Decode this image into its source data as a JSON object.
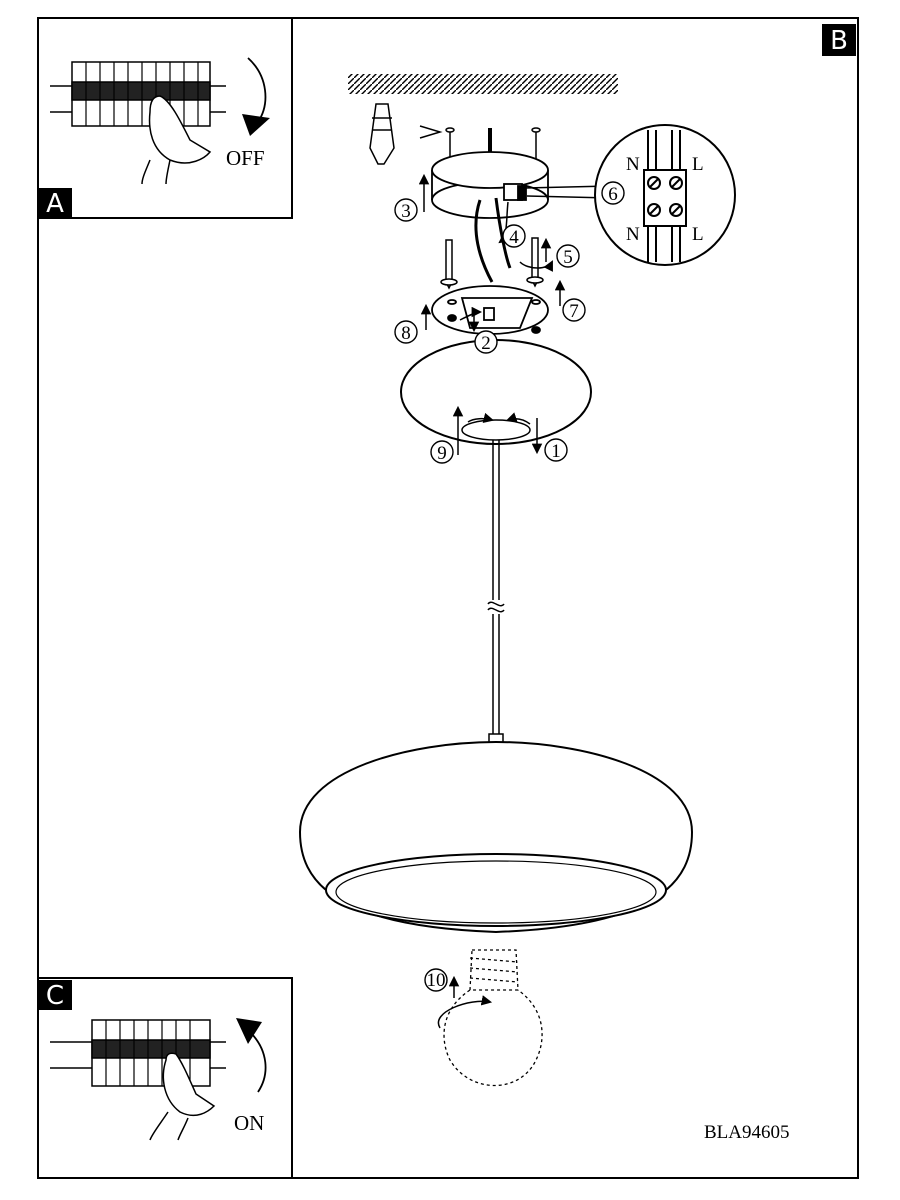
{
  "panels": {
    "a": {
      "tag": "A",
      "switch_label": "OFF"
    },
    "b": {
      "tag": "B"
    },
    "c": {
      "tag": "C",
      "switch_label": "ON"
    }
  },
  "wiring": {
    "top_left": "N",
    "top_right": "L",
    "bottom_left": "N",
    "bottom_right": "L"
  },
  "steps": [
    "1",
    "2",
    "3",
    "4",
    "5",
    "6",
    "7",
    "8",
    "9",
    "10"
  ],
  "model_code": "BLA94605"
}
